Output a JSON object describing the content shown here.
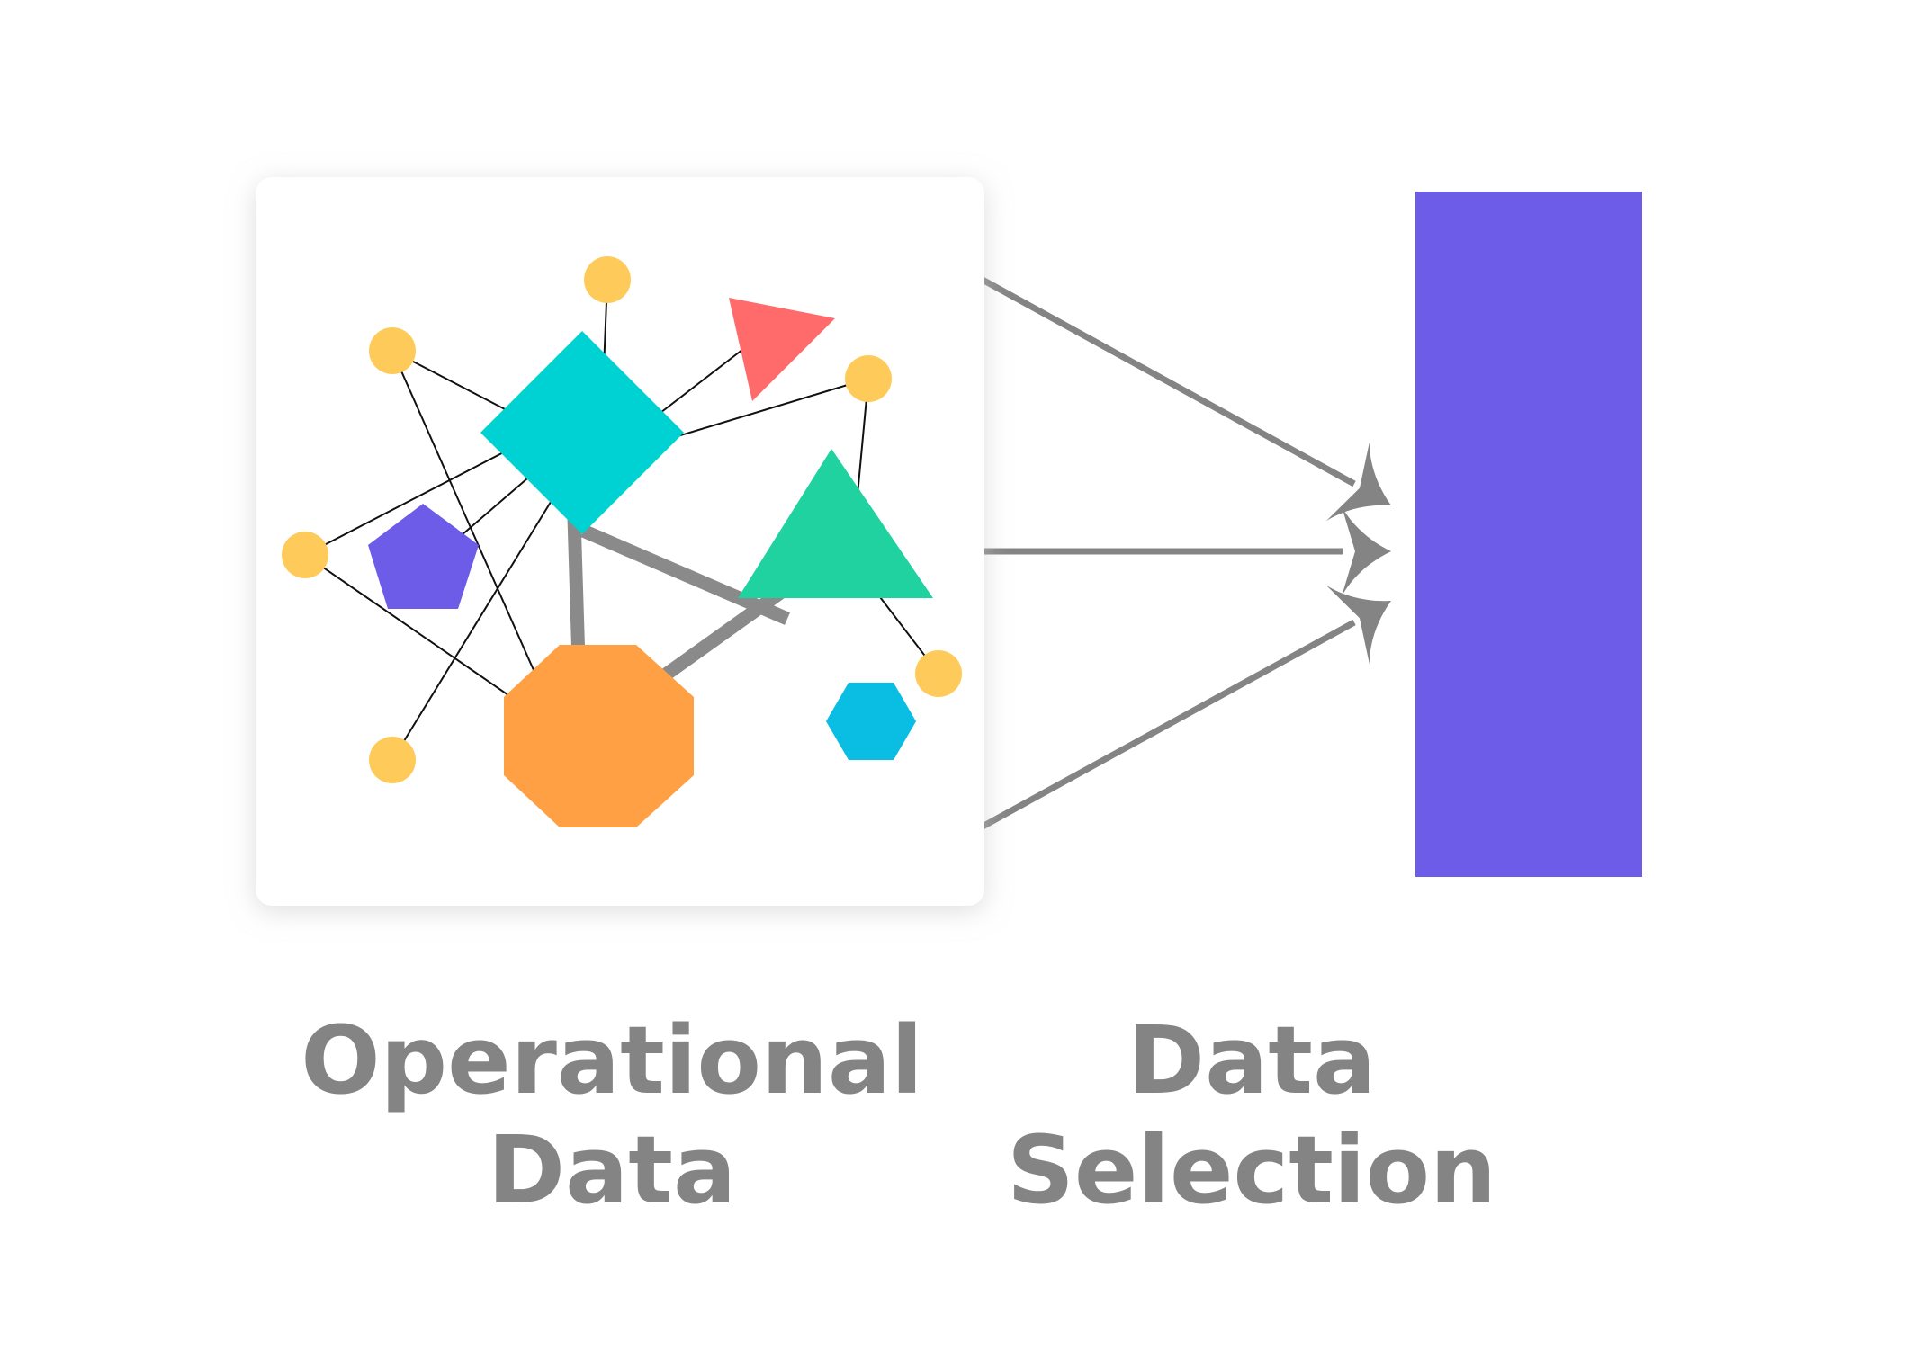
{
  "captions": {
    "operational_data": {
      "line1": "Operational",
      "line2": "Data"
    },
    "data_selection": {
      "line1": "Data",
      "line2": "Selection"
    }
  },
  "colors": {
    "card_background": "#ffffff",
    "card_shadow": "#c8c8c8",
    "caption_text": "#848484",
    "arrow": "#848484",
    "thin_edge": "#111111",
    "thick_edge": "#8a8a8a",
    "node_circle": "#fecb5a",
    "diamond": "#00d2d3",
    "red_triangle": "#ff6b6b",
    "green_triangle": "#20d2a0",
    "pentagon": "#6c5ce7",
    "octagon": "#fea043",
    "hexagon": "#0abde3",
    "target_block": "#6c5ce7"
  },
  "icons": {
    "node": "circle-node-icon",
    "diamond": "diamond-shape-icon",
    "red_triangle": "red-triangle-icon",
    "green_triangle": "green-triangle-icon",
    "pentagon": "pentagon-icon",
    "octagon": "octagon-icon",
    "hexagon": "hexagon-icon",
    "arrow": "arrow-icon"
  }
}
